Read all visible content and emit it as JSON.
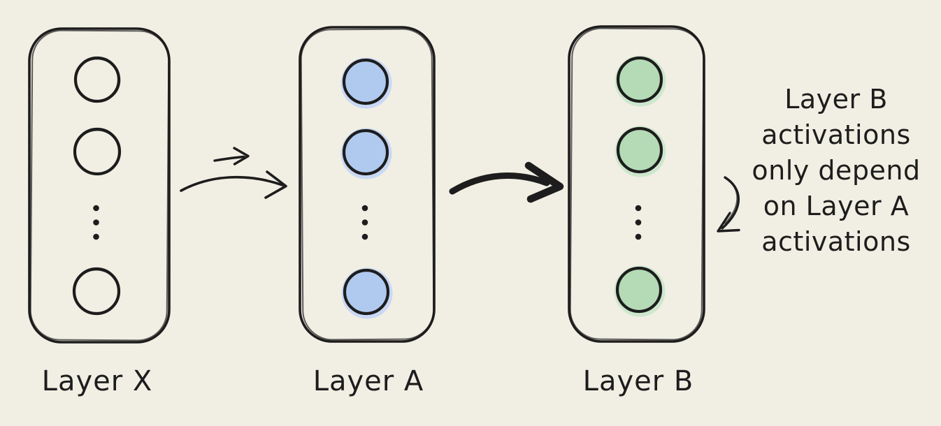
{
  "colors": {
    "background": "#f1eee3",
    "ink": "#1d1d1d",
    "node_blue_fill": "#b0c9ef",
    "node_blue_halo": "#c9d8f4",
    "node_green_fill": "#b4dbb6",
    "node_green_halo": "#cde7cd"
  },
  "layers": [
    {
      "label": "Layer X",
      "node_style": "outline"
    },
    {
      "label": "Layer A",
      "node_style": "blue"
    },
    {
      "label": "Layer B",
      "node_style": "green"
    }
  ],
  "annotation": {
    "lines": [
      "Layer B",
      "activations",
      "only depend",
      "on Layer A",
      "activations"
    ]
  }
}
